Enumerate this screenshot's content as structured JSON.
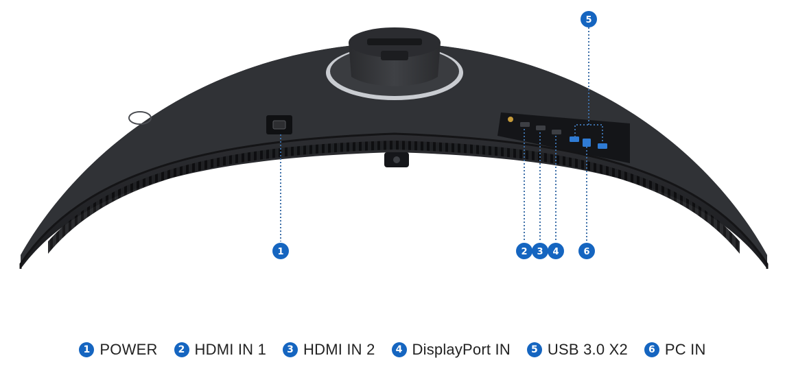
{
  "colors": {
    "badge": "#1565c0",
    "dotted_line": "#3d6fa8",
    "body_dark": "#232427",
    "body_mid": "#34363a",
    "ring": "#c9ccd1"
  },
  "callouts": [
    {
      "number": "1",
      "label": "POWER"
    },
    {
      "number": "2",
      "label": "HDMI IN 1"
    },
    {
      "number": "3",
      "label": "HDMI IN 2"
    },
    {
      "number": "4",
      "label": "DisplayPort IN"
    },
    {
      "number": "5",
      "label": "USB 3.0 X2"
    },
    {
      "number": "6",
      "label": "PC IN"
    }
  ]
}
